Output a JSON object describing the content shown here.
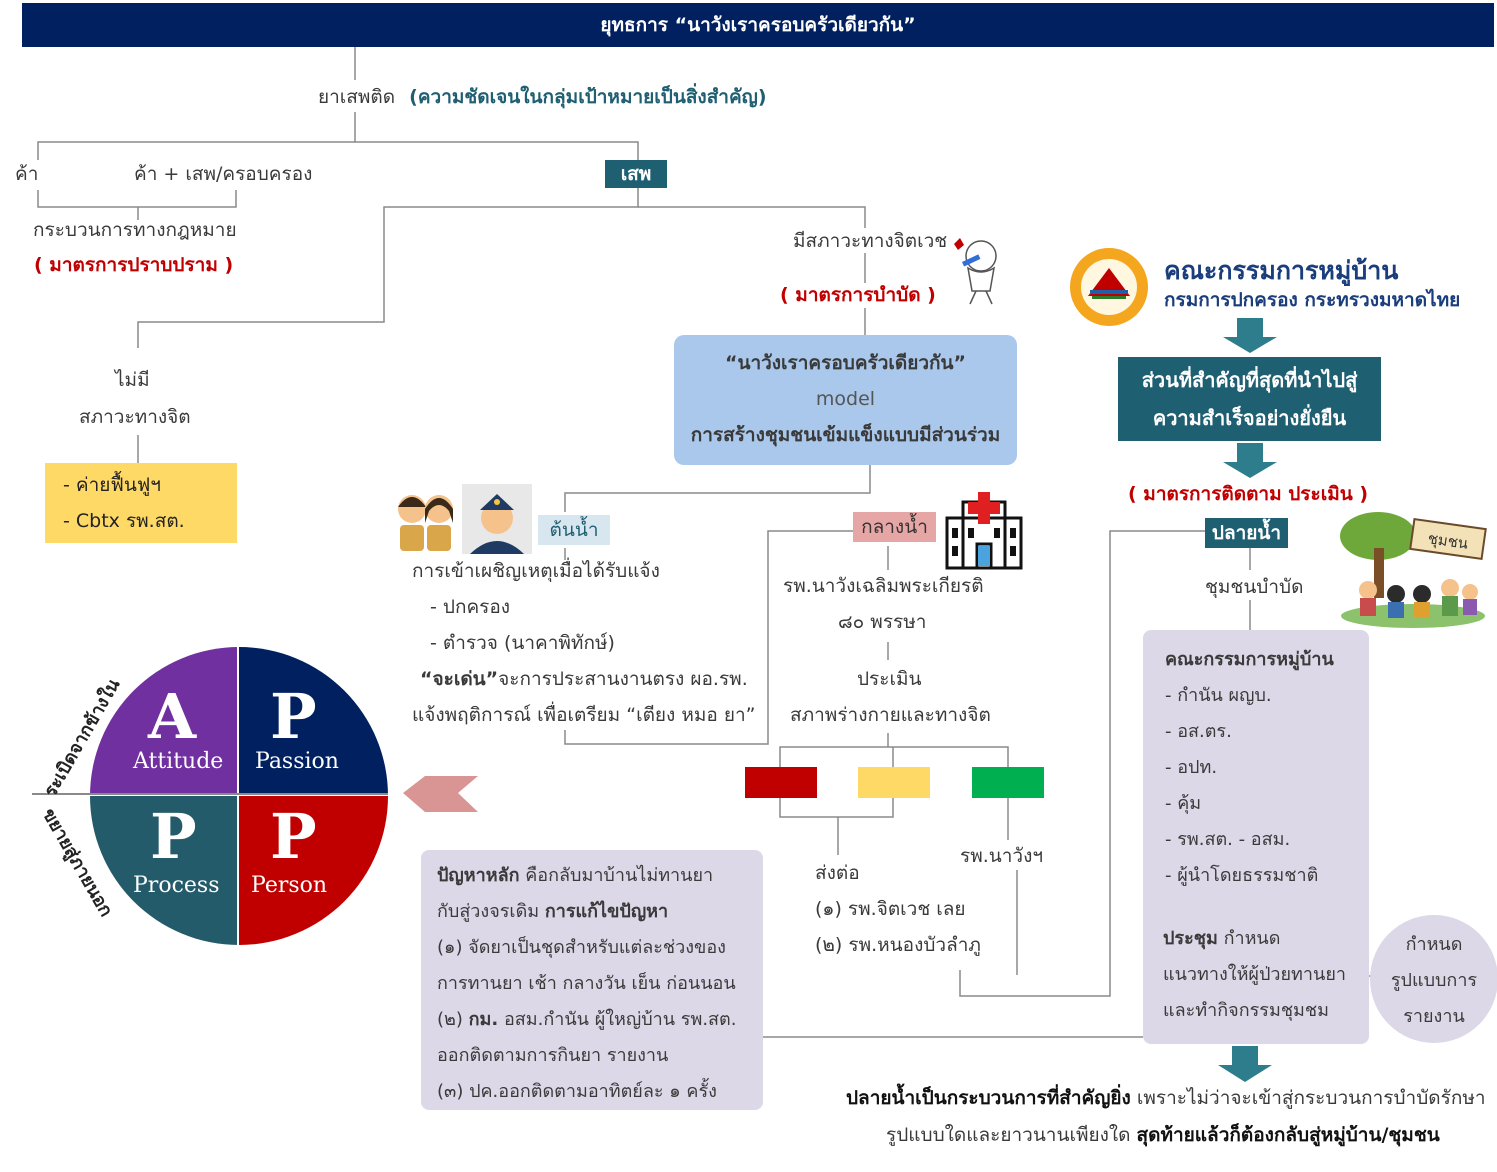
{
  "title": "ยุทธการ “นาวังเราครอบครัวเดียวกัน”",
  "root": {
    "label": "ยาเสพติด",
    "note": "(ความชัดเจนในกลุ่มเป้าหมายเป็นสิ่งสำคัญ)"
  },
  "branches": {
    "trade": "ค้า",
    "trade_use": "ค้า + เสพ/ครอบครอง",
    "use": "เสพ",
    "legal_process": "กระบวนการทางกฎหมาย",
    "suppression": "( มาตรการปราบปราม )",
    "no_mental_line1": "ไม่มี",
    "no_mental_line2": "สภาวะทางจิต",
    "rehab_items": [
      "- ค่ายฟื้นฟูฯ",
      "- Cbtx รพ.สต."
    ],
    "mental": "มีสภาวะทางจิตเวช",
    "treatment": "( มาตรการบำบัด )"
  },
  "model_box": {
    "line1": "“นาวังเราครอบครัวเดียวกัน”",
    "line2": "model",
    "line3": "การสร้างชุมชนเข้มแข็งแบบมีส่วนร่วม"
  },
  "committee_logo": {
    "title": "คณะกรรมการหมู่บ้าน",
    "subtitle": "กรมการปกครอง กระทรวงมหาดไทย"
  },
  "key_box": {
    "line1": "ส่วนที่สำคัญที่สุดที่นำไปสู่",
    "line2": "ความสำเร็จอย่างยั่งยืน"
  },
  "followup": "( มาตรการติดตาม ประเมิน  )",
  "upstream": {
    "tag": "ต้นน้ำ",
    "lines": [
      "การเข้าเผชิญเหตุเมื่อได้รับแจ้ง",
      "- ปกครอง",
      "- ตำรวจ (นาคาพิทักษ์)"
    ],
    "bold_word": "“จะเด่น”",
    "line4_rest": "จะการประสานงานตรง ผอ.รพ.",
    "line5": "แจ้งพฤติการณ์ เพื่อเตรียม “เตียง หมอ ยา”"
  },
  "midstream": {
    "tag": "กลางน้ำ",
    "hospital_line1": "รพ.นาวังเฉลิมพระเกียรติ",
    "hospital_line2": "๘๐ พรรษา",
    "assess_line1": "ประเมิน",
    "assess_line2": "สภาพร่างกายและทางจิต",
    "refer": "ส่งต่อ",
    "refer_items": [
      "(๑) รพ.จิตเวช เลย",
      "(๒) รพ.หนองบัวลำภู"
    ],
    "local": "รพ.นาวังฯ",
    "colors": {
      "red": "#c00000",
      "yellow": "#ffd966",
      "green": "#00b050"
    }
  },
  "downstream": {
    "tag": "ปลายน้ำ",
    "community": "ชุมชนบำบัด",
    "committee_head": "คณะกรรมการหมู่บ้าน",
    "committee_items": [
      "- กำนัน ผญบ.",
      "- อส.ตร.",
      "- อปท.",
      "- คุ้ม",
      "- รพ.สต. - อสม.",
      "- ผู้นำโดยธรรมชาติ"
    ],
    "meeting_bold": "ประชุม",
    "meeting_rest": " กำหนด",
    "meeting_lines": [
      "แนวทางให้ผู้ป่วยทานยา",
      "และทำกิจกรรมชุมชม"
    ],
    "report_lines": [
      "กำหนด",
      "รูปแบบการ",
      "รายงาน"
    ],
    "community_sign": "ชุมชน"
  },
  "problem_box": {
    "bold1": "ปัญหาหลัก",
    "rest1": " คือกลับมาบ้านไม่ทานยา",
    "line2_rest": "กับสู่วงจรเดิม ",
    "bold2": "การแก้ไขปัญหา",
    "line3": "(๑) จัดยาเป็นชุดสำหรับแต่ละช่วงของ",
    "line4": "การทานยา เช้า กลางวัน เย็น ก่อนนอน",
    "line5_pre": "(๒) ",
    "line5_bold": "กม.",
    "line5_rest": " อสม.กำนัน ผู้ใหญ่บ้าน รพ.สต.",
    "line6": "ออกติดตามการกินยา รายงาน",
    "line7": "(๓) ปค.ออกติดตามอาทิตย์ละ ๑ ครั้ง"
  },
  "appp": {
    "quadrants": [
      {
        "letter": "A",
        "word": "Attitude",
        "color": "#7030a0"
      },
      {
        "letter": "P",
        "word": "Passion",
        "color": "#002060"
      },
      {
        "letter": "P",
        "word": "Process",
        "color": "#245b6a"
      },
      {
        "letter": "P",
        "word": "Person",
        "color": "#c00000"
      }
    ],
    "top_label": "ระเบิดจากข้างใน",
    "bottom_label": "ขยายสู่ภายนอก"
  },
  "conclusion": {
    "bold1": "ปลายน้ำเป็นกระบวนการที่สำคัญยิ่ง",
    "rest1": " เพราะไม่ว่าจะเข้าสู่กระบวนการบำบัดรักษา",
    "rest2": "รูปแบบใดและยาวนานเพียงใด ",
    "bold2": "สุดท้ายแล้วก็ต้องกลับสู่หมู่บ้าน/ชุมชน"
  }
}
